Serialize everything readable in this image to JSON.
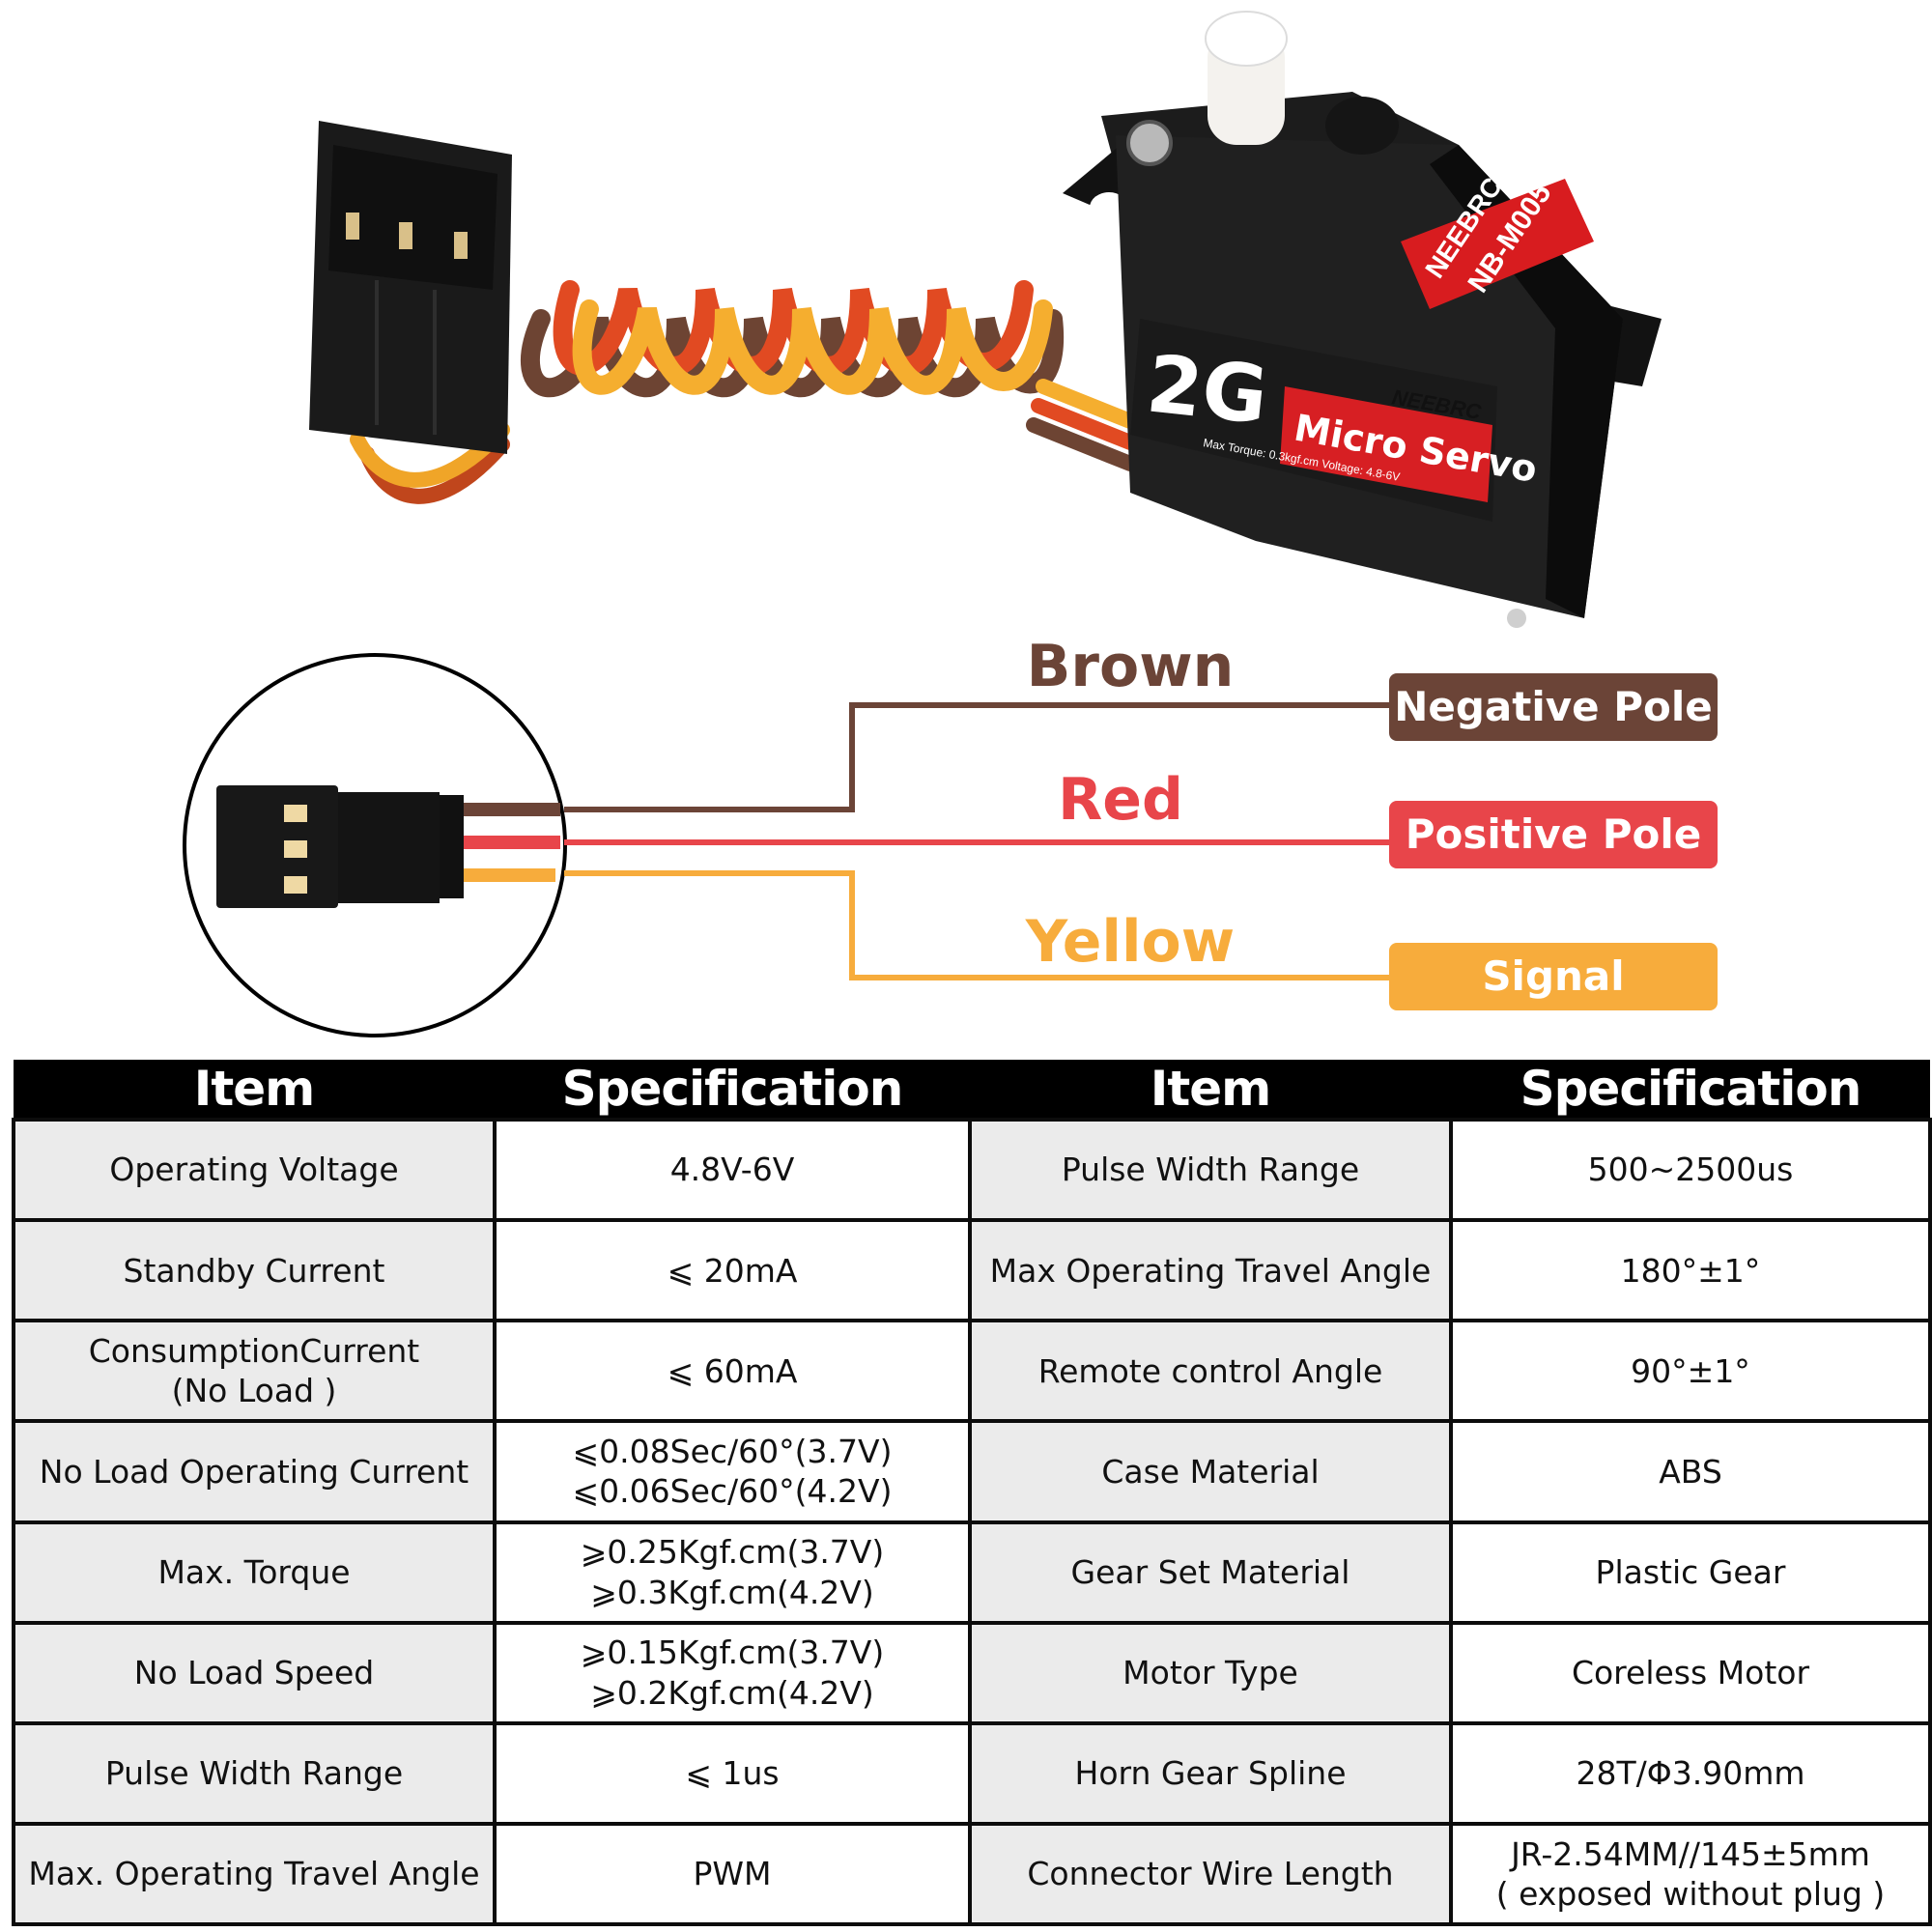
{
  "product": {
    "brand": "NEEBRC",
    "model": "NB-M005",
    "label_big": "2G",
    "label_title": "Micro Servo",
    "label_small": "Max Torque: 0.3kgf.cm Voltage: 4.8-6V"
  },
  "wiring": [
    {
      "color_name": "Brown",
      "function": "Negative Pole",
      "color": "#6b4437"
    },
    {
      "color_name": "Red",
      "function": "Positive Pole",
      "color": "#e8454a"
    },
    {
      "color_name": "Yellow",
      "function": "Signal",
      "color": "#f7ac3c"
    }
  ],
  "table": {
    "headers": [
      "Item",
      "Specification",
      "Item",
      "Specification"
    ],
    "rows": [
      {
        "item1": [
          "Operating  Voltage"
        ],
        "spec1": [
          "4.8V-6V"
        ],
        "item2": [
          "Pulse Width Range"
        ],
        "spec2": [
          "500~2500us"
        ]
      },
      {
        "item1": [
          "Standby Current"
        ],
        "spec1": [
          "⩽ 20mA"
        ],
        "item2": [
          "Max Operating Travel Angle"
        ],
        "spec2": [
          "180°±1°"
        ]
      },
      {
        "item1": [
          "ConsumptionCurrent",
          "(No Load )"
        ],
        "spec1": [
          "⩽ 60mA"
        ],
        "item2": [
          "Remote control Angle"
        ],
        "spec2": [
          "90°±1°"
        ]
      },
      {
        "item1": [
          "No Load Operating Current"
        ],
        "spec1": [
          "⩽0.08Sec/60°(3.7V)",
          "⩽0.06Sec/60°(4.2V)"
        ],
        "item2": [
          "Case Material"
        ],
        "spec2": [
          "ABS"
        ]
      },
      {
        "item1": [
          "Max. Torque"
        ],
        "spec1": [
          "⩾0.25Kgf.cm(3.7V)",
          "⩾0.3Kgf.cm(4.2V)"
        ],
        "item2": [
          "Gear Set Material"
        ],
        "spec2": [
          "Plastic Gear"
        ]
      },
      {
        "item1": [
          "No Load Speed"
        ],
        "spec1": [
          "⩾0.15Kgf.cm(3.7V)",
          "⩾0.2Kgf.cm(4.2V)"
        ],
        "item2": [
          "Motor Type"
        ],
        "spec2": [
          "Coreless Motor"
        ]
      },
      {
        "item1": [
          "Pulse Width Range"
        ],
        "spec1": [
          "⩽ 1us"
        ],
        "item2": [
          "Horn Gear Spline"
        ],
        "spec2": [
          "28T/Φ3.90mm"
        ]
      },
      {
        "item1": [
          "Max. Operating Travel Angle"
        ],
        "spec1": [
          "PWM"
        ],
        "item2": [
          "Connector Wire Length"
        ],
        "spec2": [
          "JR-2.54MM//145±5mm",
          "( exposed without plug )"
        ]
      }
    ]
  }
}
